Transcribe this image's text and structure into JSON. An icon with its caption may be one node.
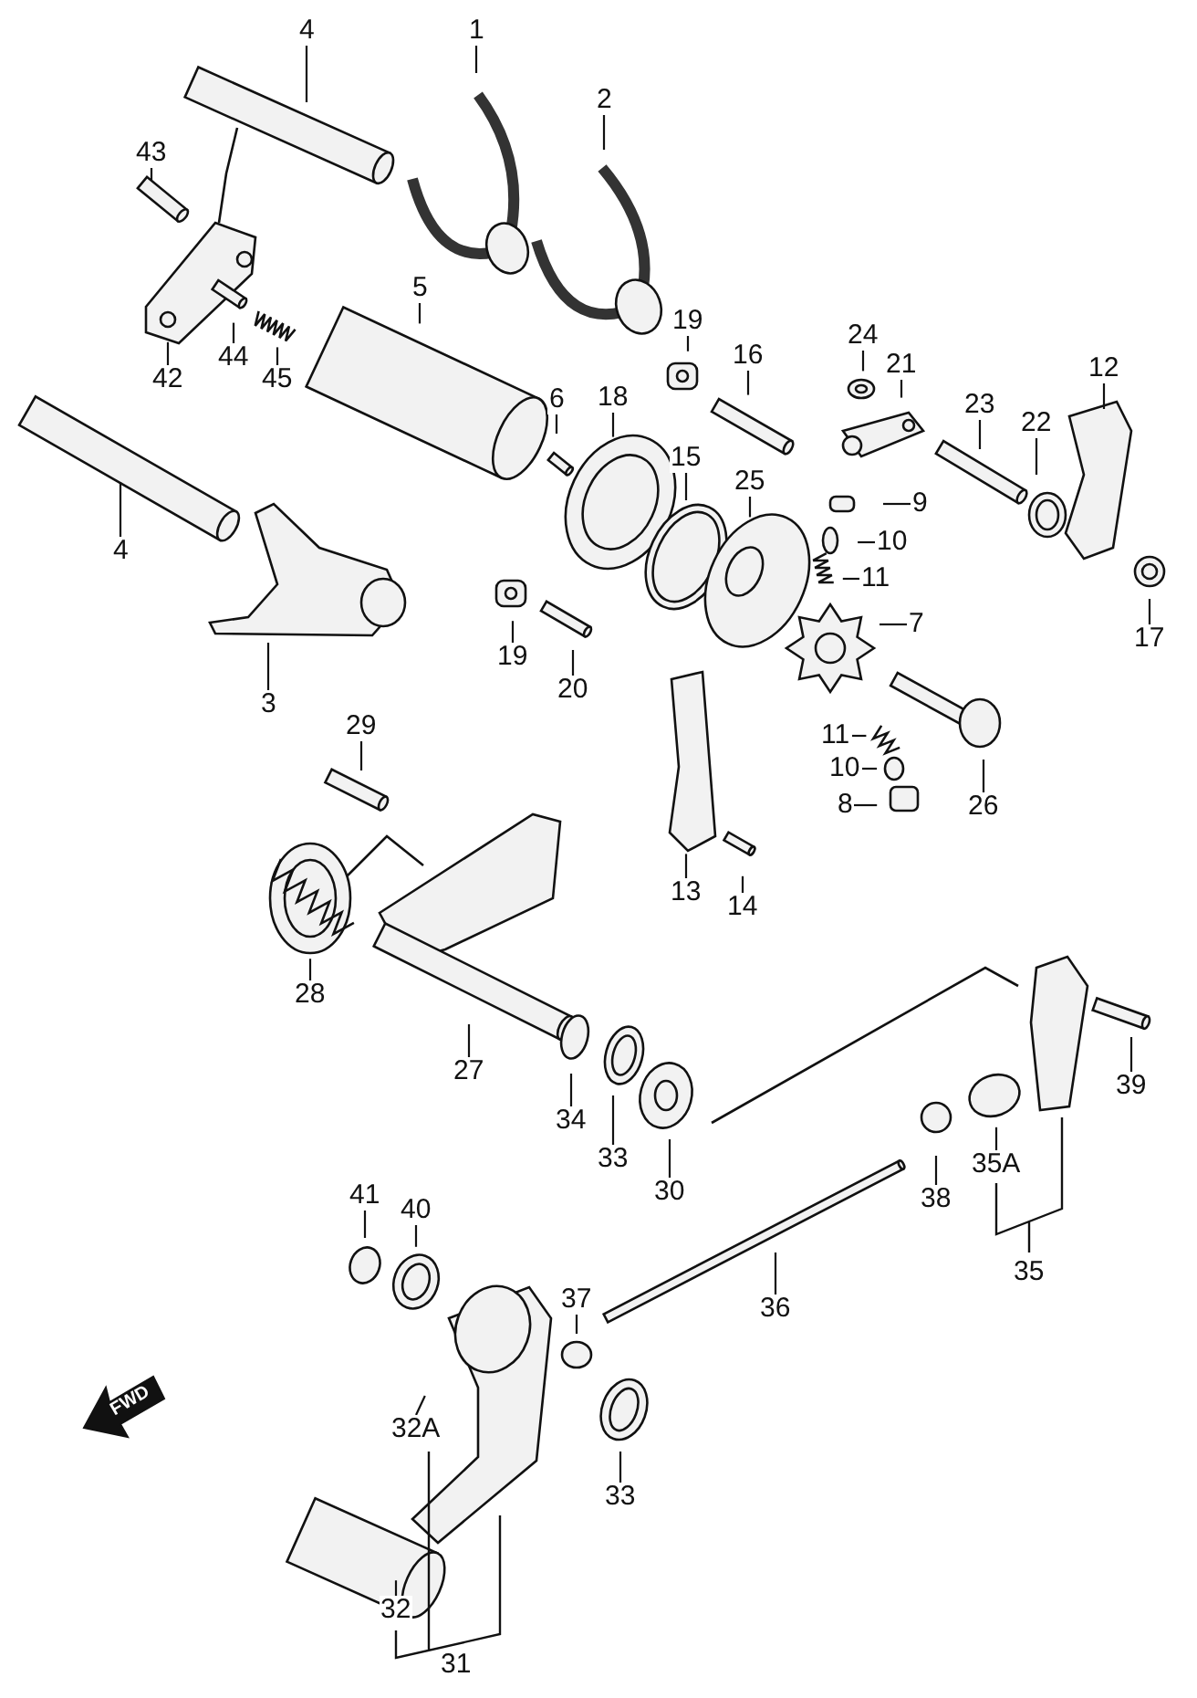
{
  "diagram": {
    "nodes": [
      {
        "text": [
          "4"
        ]
      },
      {
        "text": [
          "1"
        ]
      },
      {
        "text": [
          "2"
        ]
      },
      {
        "text": [
          "43"
        ]
      },
      {
        "text": [
          "5"
        ]
      },
      {
        "text": [
          "19"
        ]
      },
      {
        "text": [
          "24"
        ]
      },
      {
        "text": [
          "16"
        ]
      },
      {
        "text": [
          "21"
        ]
      },
      {
        "text": [
          "12"
        ]
      },
      {
        "text": [
          "42"
        ]
      },
      {
        "text": [
          "44"
        ]
      },
      {
        "text": [
          "45"
        ]
      },
      {
        "text": [
          "18"
        ]
      },
      {
        "text": [
          "6"
        ]
      },
      {
        "text": [
          "23"
        ]
      },
      {
        "text": [
          "22"
        ]
      },
      {
        "text": [
          "15"
        ]
      },
      {
        "text": [
          "25"
        ]
      },
      {
        "text": [
          "9"
        ]
      },
      {
        "text": [
          "10"
        ]
      },
      {
        "text": [
          "4"
        ]
      },
      {
        "text": [
          "11"
        ]
      },
      {
        "text": [
          "7"
        ]
      },
      {
        "text": [
          "17"
        ]
      },
      {
        "text": [
          "19"
        ]
      },
      {
        "text": [
          "20"
        ]
      },
      {
        "text": [
          "3"
        ]
      },
      {
        "text": [
          "29"
        ]
      },
      {
        "text": [
          "11"
        ]
      },
      {
        "text": [
          "10"
        ]
      },
      {
        "text": [
          "8"
        ]
      },
      {
        "text": [
          "26"
        ]
      },
      {
        "text": [
          "13"
        ]
      },
      {
        "text": [
          "14"
        ]
      },
      {
        "text": [
          "28"
        ]
      },
      {
        "text": [
          "27"
        ]
      },
      {
        "text": [
          "34"
        ]
      },
      {
        "text": [
          "39"
        ]
      },
      {
        "text": [
          "33"
        ]
      },
      {
        "text": [
          "35A"
        ]
      },
      {
        "text": [
          "30"
        ]
      },
      {
        "text": [
          "41"
        ]
      },
      {
        "text": [
          "38"
        ]
      },
      {
        "text": [
          "40"
        ]
      },
      {
        "text": [
          "35"
        ]
      },
      {
        "text": [
          "37"
        ]
      },
      {
        "text": [
          "36"
        ]
      },
      {
        "text": [
          "32A"
        ]
      },
      {
        "text": [
          "33"
        ]
      },
      {
        "text": [
          "32"
        ]
      },
      {
        "text": [
          "31"
        ]
      }
    ],
    "edges": [
      {
        "from": 0,
        "to": null,
        "arrow": "none"
      },
      {
        "from": 1,
        "to": null,
        "arrow": "none"
      },
      {
        "from": 2,
        "to": null,
        "arrow": "none"
      },
      {
        "from": 3,
        "to": null,
        "arrow": "none"
      },
      {
        "from": 4,
        "to": null,
        "arrow": "none"
      },
      {
        "from": 5,
        "to": null,
        "arrow": "none"
      },
      {
        "from": 6,
        "to": null,
        "arrow": "none"
      },
      {
        "from": 7,
        "to": null,
        "arrow": "none"
      },
      {
        "from": 8,
        "to": null,
        "arrow": "none"
      },
      {
        "from": 9,
        "to": null,
        "arrow": "none"
      },
      {
        "from": 10,
        "to": null,
        "arrow": "none"
      },
      {
        "from": 11,
        "to": null,
        "arrow": "none"
      },
      {
        "from": 12,
        "to": null,
        "arrow": "none"
      },
      {
        "from": 13,
        "to": null,
        "arrow": "none"
      },
      {
        "from": 14,
        "to": null,
        "arrow": "none"
      },
      {
        "from": 15,
        "to": null,
        "arrow": "none"
      },
      {
        "from": 16,
        "to": null,
        "arrow": "none"
      },
      {
        "from": 17,
        "to": null,
        "arrow": "none"
      },
      {
        "from": 18,
        "to": null,
        "arrow": "none"
      },
      {
        "from": 19,
        "to": null,
        "arrow": "none"
      },
      {
        "from": 20,
        "to": null,
        "arrow": "none"
      },
      {
        "from": 21,
        "to": null,
        "arrow": "none"
      },
      {
        "from": 22,
        "to": null,
        "arrow": "none"
      },
      {
        "from": 23,
        "to": null,
        "arrow": "none"
      },
      {
        "from": 24,
        "to": null,
        "arrow": "none"
      },
      {
        "from": 25,
        "to": null,
        "arrow": "none"
      },
      {
        "from": 26,
        "to": null,
        "arrow": "none"
      },
      {
        "from": 27,
        "to": null,
        "arrow": "none"
      },
      {
        "from": 28,
        "to": null,
        "arrow": "none"
      },
      {
        "from": 29,
        "to": null,
        "arrow": "none"
      },
      {
        "from": 30,
        "to": null,
        "arrow": "none"
      },
      {
        "from": 31,
        "to": null,
        "arrow": "none"
      },
      {
        "from": 32,
        "to": null,
        "arrow": "none"
      },
      {
        "from": 33,
        "to": null,
        "arrow": "none"
      },
      {
        "from": 34,
        "to": null,
        "arrow": "none"
      },
      {
        "from": 35,
        "to": null,
        "arrow": "none"
      },
      {
        "from": 36,
        "to": null,
        "arrow": "none"
      },
      {
        "from": 37,
        "to": null,
        "arrow": "none"
      },
      {
        "from": 38,
        "to": null,
        "arrow": "none"
      },
      {
        "from": 39,
        "to": null,
        "arrow": "none"
      },
      {
        "from": 40,
        "to": null,
        "arrow": "none"
      },
      {
        "from": 41,
        "to": null,
        "arrow": "none"
      },
      {
        "from": 42,
        "to": null,
        "arrow": "none"
      },
      {
        "from": 43,
        "to": null,
        "arrow": "none"
      },
      {
        "from": 44,
        "to": null,
        "arrow": "none"
      },
      {
        "from": 46,
        "to": null,
        "arrow": "none"
      },
      {
        "from": 47,
        "to": null,
        "arrow": "none"
      },
      {
        "from": 48,
        "to": null,
        "arrow": "none"
      },
      {
        "from": 49,
        "to": null,
        "arrow": "none"
      },
      {
        "from": 50,
        "to": null,
        "arrow": "none"
      }
    ],
    "labels": [
      "FWD"
    ]
  }
}
